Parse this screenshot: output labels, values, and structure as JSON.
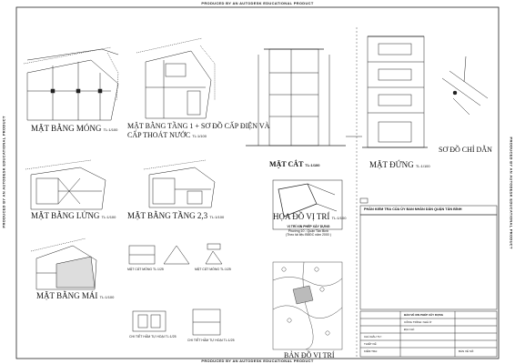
{
  "watermark": {
    "text": "PRODUCED BY AN AUTODESK EDUCATIONAL PRODUCT"
  },
  "drawings": {
    "mong": {
      "title": "MẶT BẰNG MÓNG",
      "scale": "TL:1/100"
    },
    "tang1": {
      "title_line1": "MẶT BẰNG TẦNG 1 + SƠ ĐỒ CẤP ĐIỆN VÀ",
      "title_line2": "CẤP THOÁT NƯỚC",
      "scale": "TL:1/100"
    },
    "lung": {
      "title": "MẶT BẰNG LỬNG",
      "scale": "TL:1/100"
    },
    "tang23": {
      "title": "MẶT BẰNG TẦNG 2,3",
      "scale": "TL:1/100"
    },
    "mai": {
      "title": "MẶT BẰNG MÁI",
      "scale": "TL:1/100"
    },
    "matcat": {
      "title": "MẶT CẮT",
      "scale": "TL:1/100"
    },
    "matdung": {
      "title": "MẶT ĐỨNG",
      "scale": "TL:1/100"
    },
    "sodochidan": {
      "title": "SƠ ĐỒ CHỈ DẪN"
    },
    "hoadovitri": {
      "title": "HỌA ĐỒ VỊ TRÍ",
      "scale": "TL:1/100"
    },
    "bando": {
      "title": "BẢN ĐỒ VỊ TRÍ"
    }
  },
  "site_info": {
    "line1": "VỊ TRÍ XIN PHÉP XÂY DỰNG",
    "line2": "Phường 10 - Quận Tân Bình",
    "line3": "(Theo tài liệu BĐĐC năm 2000 )"
  },
  "check_section": {
    "title": "PHẦN KIỂM TRA CỦA ỦY BAN NHÂN DÂN QUẬN TÂN BÌNH"
  },
  "details": {
    "d1": "MẶT CẮT MÓNG TL:1/25",
    "d2": "MẶT CẮT MÓNG TL:1/25",
    "d3": "CHI TIẾT HẦM TỰ HOẠI TL:1/25",
    "d4": "CHI TIẾT HẦM TỰ HOẠI TL:1/25"
  },
  "title_block": {
    "r1": "BẢN VẼ XIN PHÉP XÂY DỰNG",
    "r2": "CÔNG TRÌNH: NHÀ Ở",
    "r3": "ĐỊA CHỈ:",
    "r4": "CHỦ ĐẦU TƯ:",
    "r5": "THIẾT KẾ:",
    "r6": "KIỂM TRA:",
    "r7": "BẢN VẼ SỐ:"
  }
}
